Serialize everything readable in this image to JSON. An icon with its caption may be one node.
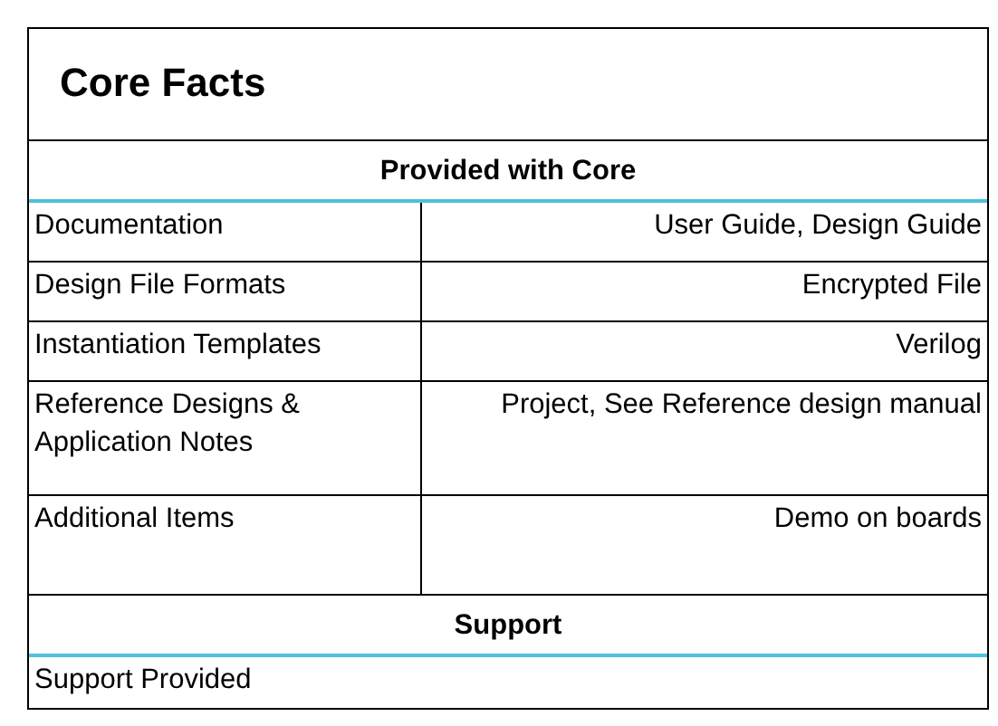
{
  "diagram": {
    "title": "Core Facts",
    "labels": [
      "Provided with Core",
      "Documentation",
      "User Guide, Design Guide",
      "Design File Formats",
      "Encrypted File",
      "Instantiation Templates",
      "Verilog",
      "Reference Designs & Application Notes",
      "Project, See Reference design manual",
      "Additional Items",
      "Demo on boards",
      "Support",
      "Support Provided"
    ]
  }
}
